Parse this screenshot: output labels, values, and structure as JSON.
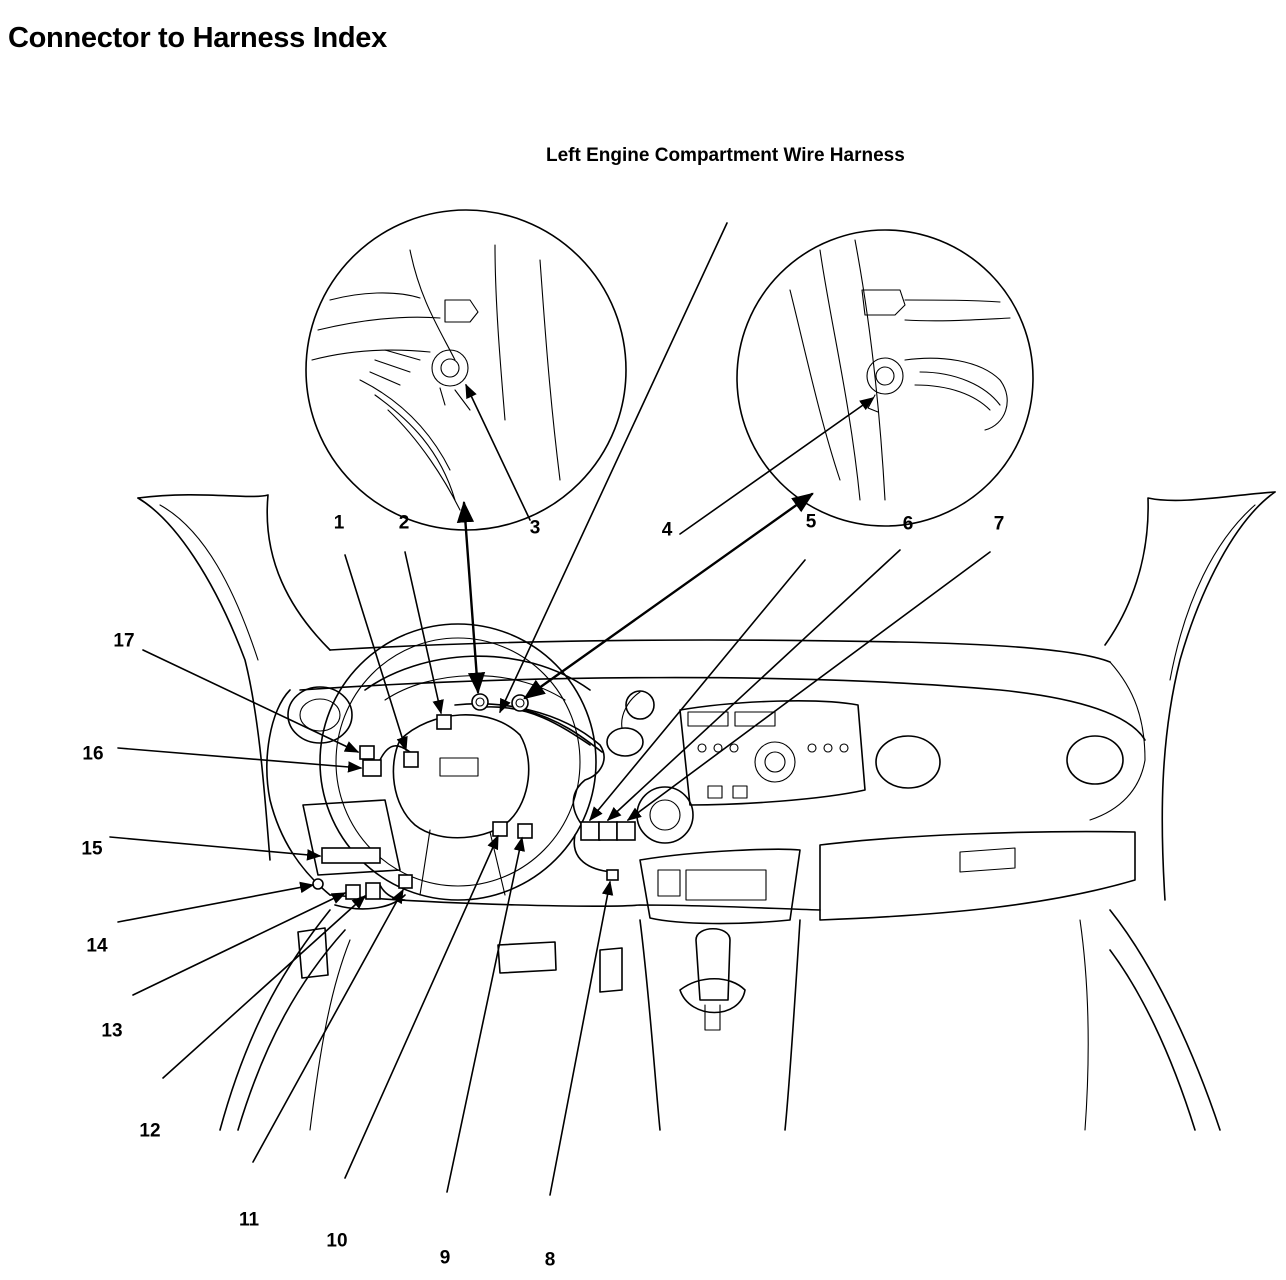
{
  "title": "Connector to Harness Index",
  "harness_label": "Left Engine Compartment Wire Harness",
  "callouts": [
    "1",
    "2",
    "3",
    "4",
    "5",
    "6",
    "7",
    "8",
    "9",
    "10",
    "11",
    "12",
    "13",
    "14",
    "15",
    "16",
    "17"
  ]
}
